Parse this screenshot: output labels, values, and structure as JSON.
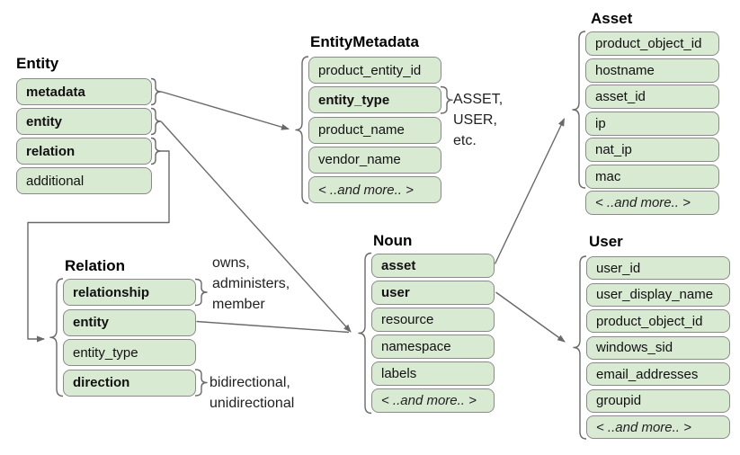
{
  "diagram": {
    "tables": {
      "entity": {
        "title": "Entity",
        "fields": [
          {
            "label": "metadata",
            "bold": true
          },
          {
            "label": "entity",
            "bold": true
          },
          {
            "label": "relation",
            "bold": true
          },
          {
            "label": "additional",
            "bold": false
          }
        ]
      },
      "entity_metadata": {
        "title": "EntityMetadata",
        "fields": [
          {
            "label": "product_entity_id",
            "bold": false
          },
          {
            "label": "entity_type",
            "bold": true
          },
          {
            "label": "product_name",
            "bold": false
          },
          {
            "label": "vendor_name",
            "bold": false
          },
          {
            "label": "< ..and more.. >",
            "more": true
          }
        ]
      },
      "asset": {
        "title": "Asset",
        "fields": [
          {
            "label": "product_object_id",
            "bold": false
          },
          {
            "label": "hostname",
            "bold": false
          },
          {
            "label": "asset_id",
            "bold": false
          },
          {
            "label": "ip",
            "bold": false
          },
          {
            "label": "nat_ip",
            "bold": false
          },
          {
            "label": "mac",
            "bold": false
          },
          {
            "label": "< ..and more.. >",
            "more": true
          }
        ]
      },
      "relation": {
        "title": "Relation",
        "fields": [
          {
            "label": "relationship",
            "bold": true
          },
          {
            "label": "entity",
            "bold": true
          },
          {
            "label": "entity_type",
            "bold": false
          },
          {
            "label": "direction",
            "bold": true
          }
        ]
      },
      "noun": {
        "title": "Noun",
        "fields": [
          {
            "label": "asset",
            "bold": true
          },
          {
            "label": "user",
            "bold": true
          },
          {
            "label": "resource",
            "bold": false
          },
          {
            "label": "namespace",
            "bold": false
          },
          {
            "label": "labels",
            "bold": false
          },
          {
            "label": "< ..and more.. >",
            "more": true
          }
        ]
      },
      "user": {
        "title": "User",
        "fields": [
          {
            "label": "user_id",
            "bold": false
          },
          {
            "label": "user_display_name",
            "bold": false
          },
          {
            "label": "product_object_id",
            "bold": false
          },
          {
            "label": "windows_sid",
            "bold": false
          },
          {
            "label": "email_addresses",
            "bold": false
          },
          {
            "label": "groupid",
            "bold": false
          },
          {
            "label": "< ..and more.. >",
            "more": true
          }
        ]
      }
    },
    "annotations": {
      "entity_type_values": "ASSET,\nUSER,\netc.",
      "relationship_values": "owns,\nadministers,\nmember",
      "direction_values": "bidirectional,\nunidirectional"
    },
    "colors": {
      "field_fill": "#d9ead3",
      "field_border": "#8a8a8a",
      "connector": "#696969",
      "text": "#111111"
    }
  }
}
